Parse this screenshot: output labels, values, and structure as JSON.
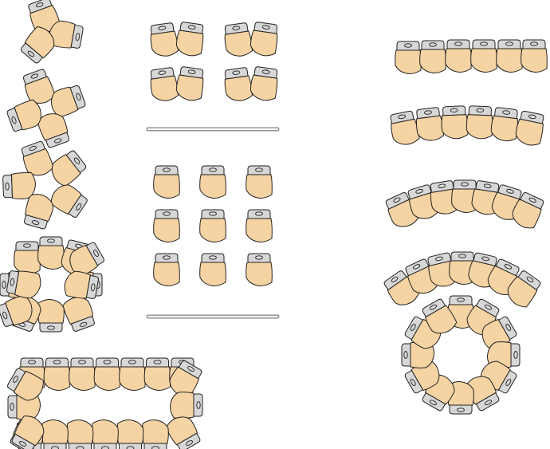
{
  "title": "",
  "colors": {
    "seat_body": "#f5d3a3",
    "seat_back": "#d7d7d7",
    "outline": "#222222",
    "divider": "#777777",
    "background": "#ffffff"
  },
  "icons": {
    "seat": "chair-seat-icon"
  },
  "arrangements": [
    {
      "name": "group-of-3",
      "layout": "cluster",
      "seats": 3
    },
    {
      "name": "group-of-4",
      "layout": "cluster",
      "seats": 4
    },
    {
      "name": "group-of-5",
      "layout": "cluster",
      "seats": 5
    },
    {
      "name": "hollow-square",
      "layout": "square",
      "seats": 12
    },
    {
      "name": "hollow-rectangle",
      "layout": "rectangle",
      "seats": 20
    },
    {
      "name": "pairs",
      "layout": "pairs",
      "seats": 8
    },
    {
      "name": "grid-3x3",
      "layout": "rows",
      "seats": 9
    },
    {
      "name": "straight-row",
      "layout": "row",
      "seats": 6
    },
    {
      "name": "slight-curve",
      "layout": "arc",
      "seats": 6
    },
    {
      "name": "medium-curve",
      "layout": "arc",
      "seats": 7
    },
    {
      "name": "strong-curve",
      "layout": "arc",
      "seats": 7
    },
    {
      "name": "circle",
      "layout": "ring",
      "seats": 12
    }
  ]
}
